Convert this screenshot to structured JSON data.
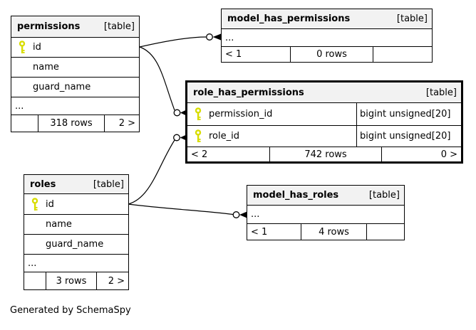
{
  "diagram": {
    "footer_note": "Generated by SchemaSpy",
    "colors": {
      "key_icon": "#d8dd00",
      "header_bg": "#f2f2f2",
      "border": "#000000",
      "background": "#ffffff"
    }
  },
  "tables": {
    "permissions": {
      "name": "permissions",
      "tag": "[table]",
      "columns": [
        {
          "name": "id"
        },
        {
          "name": "name"
        },
        {
          "name": "guard_name"
        }
      ],
      "more": "...",
      "footer": {
        "children": "",
        "rows": "318 rows",
        "parents": "2 >"
      }
    },
    "model_has_permissions": {
      "name": "model_has_permissions",
      "tag": "[table]",
      "more": "...",
      "footer": {
        "children": "< 1",
        "rows": "0 rows",
        "parents": ""
      }
    },
    "role_has_permissions": {
      "name": "role_has_permissions",
      "tag": "[table]",
      "columns": [
        {
          "name": "permission_id",
          "type": "bigint unsigned[20]"
        },
        {
          "name": "role_id",
          "type": "bigint unsigned[20]"
        }
      ],
      "footer": {
        "children": "< 2",
        "rows": "742 rows",
        "parents": "0 >"
      }
    },
    "roles": {
      "name": "roles",
      "tag": "[table]",
      "columns": [
        {
          "name": "id"
        },
        {
          "name": "name"
        },
        {
          "name": "guard_name"
        }
      ],
      "more": "...",
      "footer": {
        "children": "",
        "rows": "3 rows",
        "parents": "2 >"
      }
    },
    "model_has_roles": {
      "name": "model_has_roles",
      "tag": "[table]",
      "more": "...",
      "footer": {
        "children": "< 1",
        "rows": "4 rows",
        "parents": ""
      }
    }
  }
}
